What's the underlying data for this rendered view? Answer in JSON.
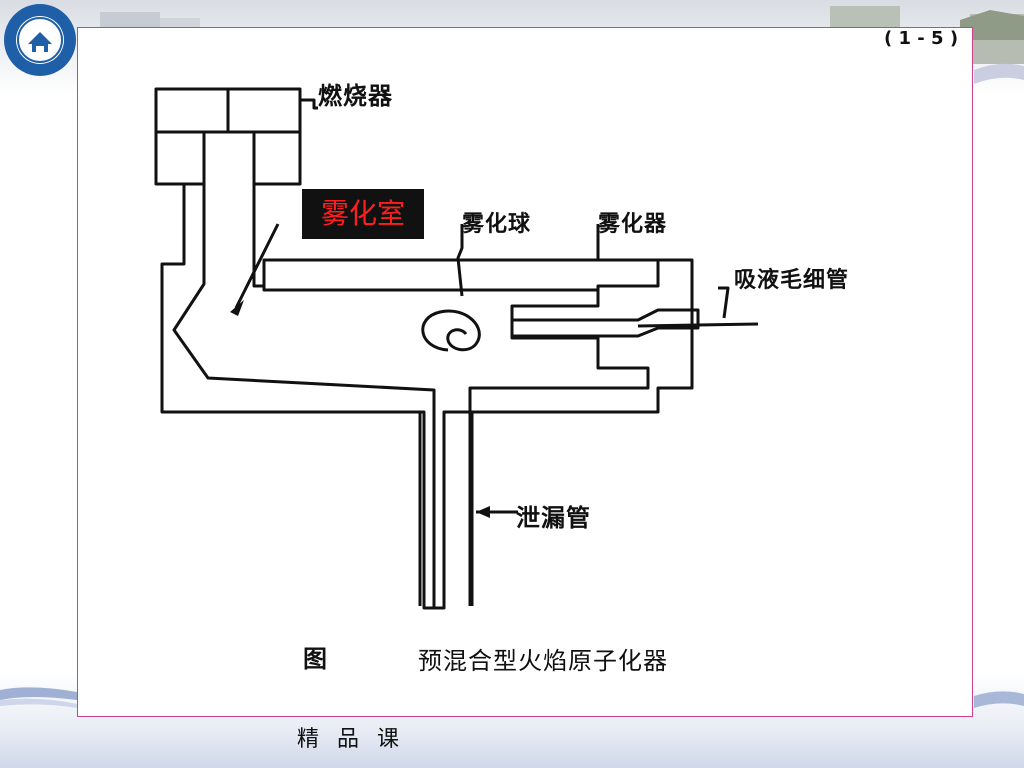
{
  "diagram": {
    "corner_partial": "( 1 - 5 )",
    "labels": {
      "burner": "燃烧器",
      "spray_chamber": "雾化室",
      "impact_bead": "雾化球",
      "nebulizer": "雾化器",
      "capillary": "吸液毛细管",
      "drain_tube": "泄漏管"
    },
    "caption": {
      "prefix": "图",
      "title": "预混合型火焰原子化器"
    }
  },
  "footer": {
    "text": "精品课"
  },
  "colors": {
    "frame_border": "#d0418a",
    "highlight_bg": "#111111",
    "highlight_text": "#ff1e1e"
  }
}
